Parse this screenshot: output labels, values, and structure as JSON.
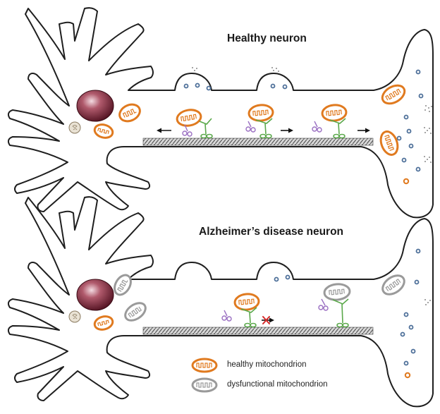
{
  "titles": {
    "healthy": "Healthy neuron",
    "alzheimers": "Alzheimer’s disease neuron"
  },
  "legend": {
    "healthy": "healthy mitochondrion",
    "dysfunctional": "dysfunctional mitochondrion"
  },
  "colors": {
    "healthy_mito": "#e07a1f",
    "dysfunctional_mito": "#9a9a9a",
    "nucleus": "#7a1e30",
    "microtubule": "#5a5a5a",
    "motor": "#5aa84a",
    "adaptor": "#9a6fc2",
    "vesicle": "#4d6f99",
    "blocked": "#d62a2a"
  },
  "icons": [
    "healthy-mitochondrion-icon",
    "dysfunctional-mitochondrion-icon",
    "nucleus-icon",
    "motor-protein-icon",
    "synaptic-vesicle-icon",
    "blocked-transport-icon"
  ]
}
